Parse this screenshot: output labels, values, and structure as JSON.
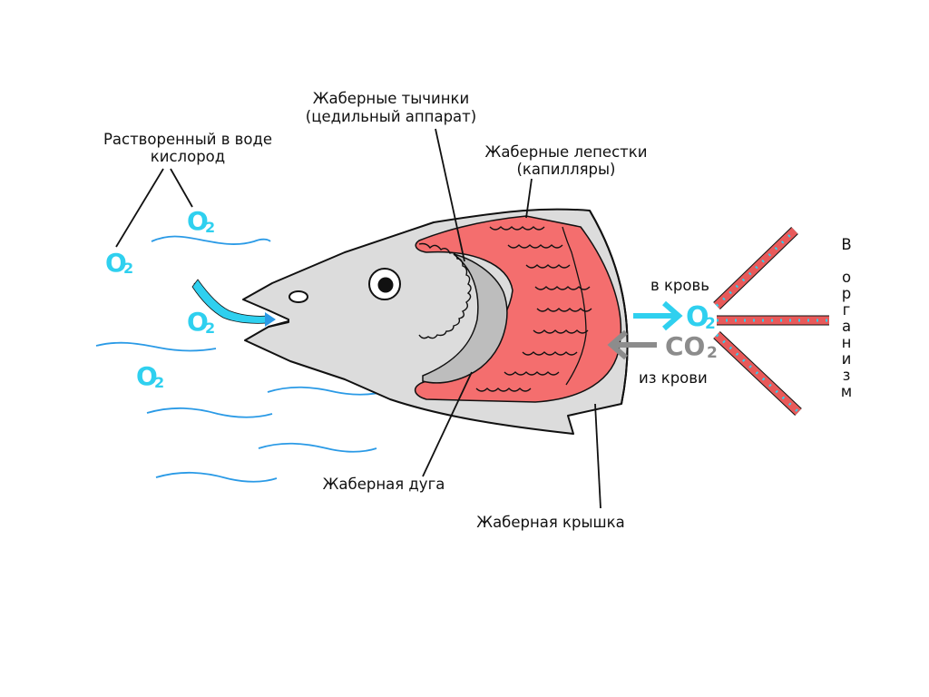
{
  "labels": {
    "dissolved_oxygen": [
      "Растворенный в воде",
      "кислород"
    ],
    "gill_rakers": [
      "Жаберные тычинки",
      "(цедильный аппарат)"
    ],
    "gill_filaments": [
      "Жаберные лепестки",
      "(капилляры)"
    ],
    "gill_arch": "Жаберная дуга",
    "gill_cover": "Жаберная крышка",
    "to_blood": "в кровь",
    "from_blood": "из крови",
    "to_body": [
      "В",
      "о",
      "р",
      "г",
      "а",
      "н",
      "и",
      "з",
      "м"
    ]
  },
  "formulas": {
    "o2_main": "O",
    "o2_sub": "2",
    "co2_main": "CO",
    "co2_sub": "2"
  },
  "colors": {
    "oxygen": "#2fd0ef",
    "water": "#2a9ae6",
    "fish_body": "#dcdcdc",
    "gill_arch": "#bdbdbd",
    "gill_filaments": "#f46e6e",
    "vessel": "#e85a5a",
    "co2_arrow": "#8c8c8c"
  }
}
